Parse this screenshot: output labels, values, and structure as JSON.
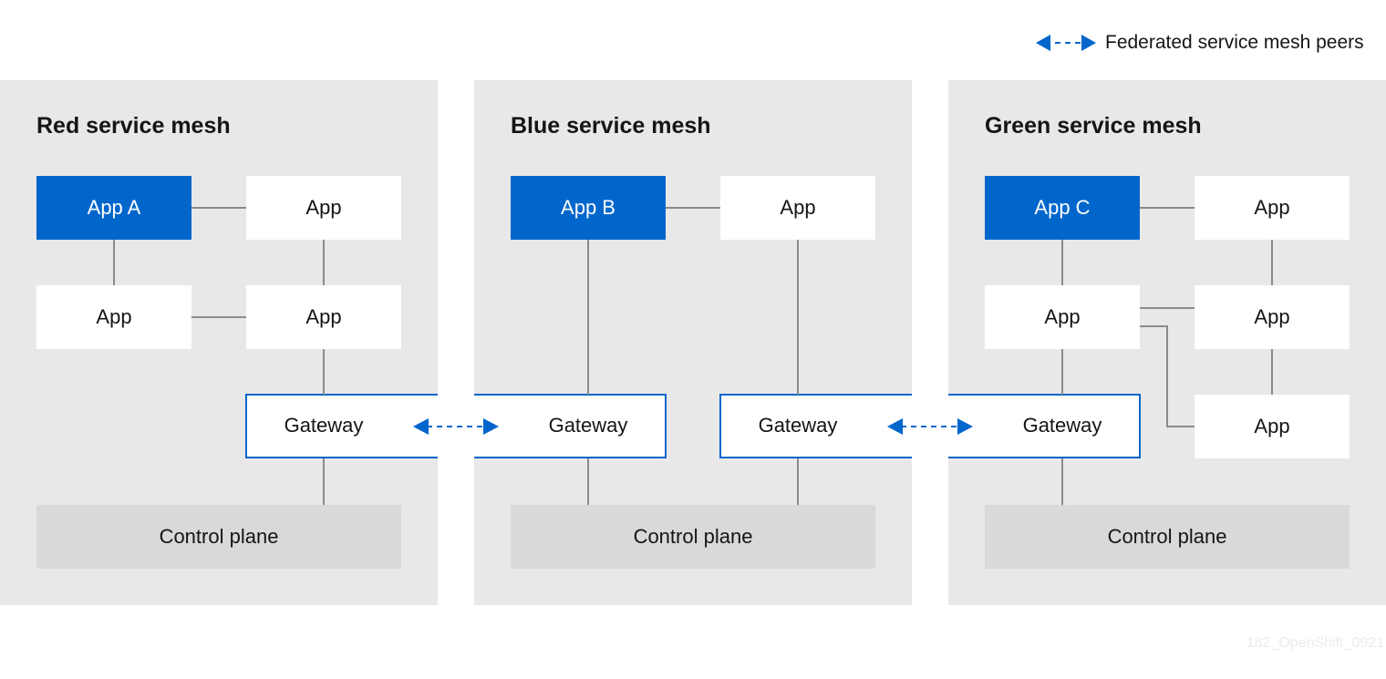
{
  "legend": {
    "label": "Federated service mesh peers"
  },
  "meshes": [
    {
      "title": "Red service mesh",
      "apps": [
        "App A",
        "App",
        "App",
        "App"
      ],
      "gateway": "Gateway",
      "control": "Control plane"
    },
    {
      "title": "Blue service mesh",
      "apps": [
        "App B",
        "App"
      ],
      "gateways": [
        "Gateway",
        "Gateway"
      ],
      "control": "Control plane"
    },
    {
      "title": "Green service mesh",
      "apps": [
        "App C",
        "App",
        "App",
        "App",
        "App"
      ],
      "gateway": "Gateway",
      "control": "Control plane"
    }
  ],
  "figure_id": "182_OpenShift_0921",
  "colors": {
    "accent": "#0066cc",
    "panel": "#e8e8e8",
    "control_plane": "#d9d9d9",
    "connector": "#8a8a8a"
  }
}
